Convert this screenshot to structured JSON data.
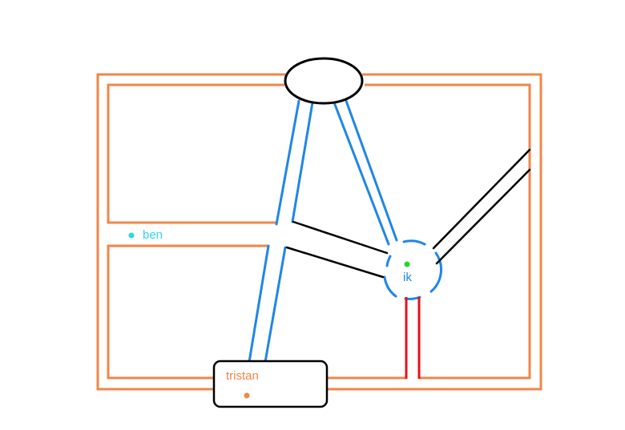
{
  "colors": {
    "background": "#ffffff",
    "orange": "#f0864a",
    "blue": "#1f86e6",
    "black": "#000000",
    "red": "#e6121a",
    "cyan": "#2fd3ee",
    "green": "#20d82c"
  },
  "labels": {
    "ben": "ben",
    "ik": "ik",
    "tristan": "tristan"
  },
  "markers": {
    "ben": "cyan",
    "ik": "green",
    "tristan": "orange"
  }
}
